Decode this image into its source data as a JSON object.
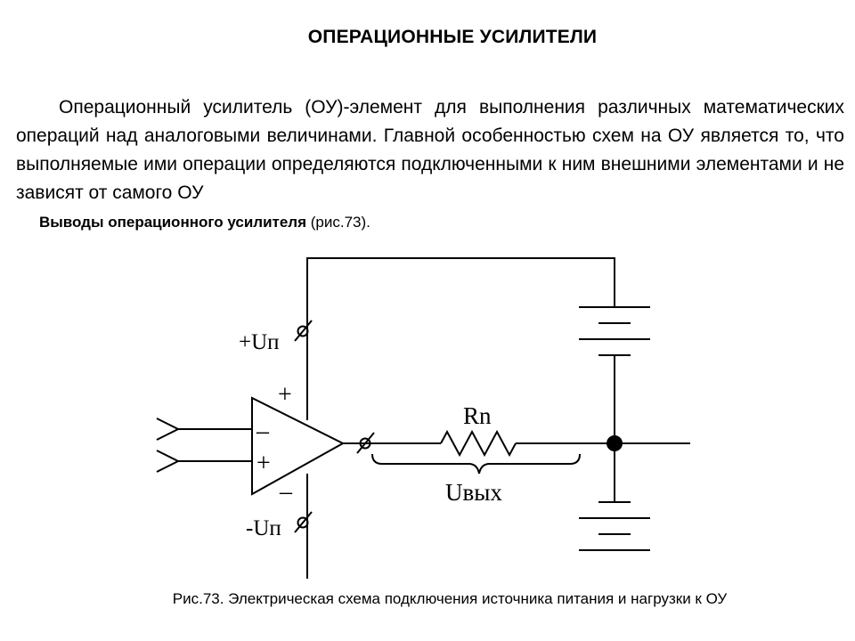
{
  "title": "ОПЕРАЦИОННЫЕ УСИЛИТЕЛИ",
  "paragraph": "Операционный усилитель (ОУ)-элемент для выполнения различных математических операций над аналоговыми величинами. Главной особенностью схем на ОУ является то, что выполняемые ими операции определяются подключенными к ним внешними элементами и не зависят от самого ОУ",
  "subheading": {
    "bold": "Выводы операционного усилителя",
    "rest": " (рис.73)."
  },
  "diagram": {
    "plus_supply": "+Uп",
    "minus_supply": "-Uп",
    "plus_top": "+",
    "minus_bottom": "–",
    "input_inverting": "–",
    "input_noninverting": "+",
    "resistor": "Rn",
    "output_voltage": "Uвых"
  },
  "caption": "Рис.73. Электрическая схема подключения источника питания и нагрузки к ОУ"
}
